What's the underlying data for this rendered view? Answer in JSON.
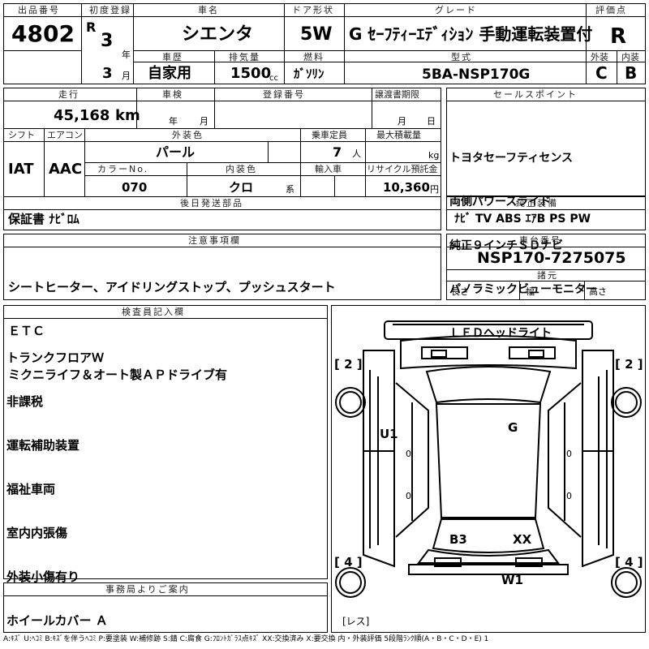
{
  "header": {
    "lot_label": "出品番号",
    "lot": "4802",
    "first_reg_label": "初度登録",
    "era": "R",
    "year_num": "3",
    "year_unit": "年",
    "month_num": "3",
    "month_unit": "月",
    "name_label": "車名",
    "name": "シエンタ",
    "door_label": "ドア形状",
    "door": "5W",
    "grade_label": "グレード",
    "grade": "G ｾｰﾌﾃｨｰｴﾃﾞｨｼｮﾝ 手動運転装置付",
    "score_label": "評価点",
    "score": "R",
    "history_label": "車歴",
    "history": "自家用",
    "displacement_label": "排気量",
    "displacement": "1500",
    "displacement_unit": "cc",
    "fuel_label": "燃料",
    "fuel": "ｶﾞｿﾘﾝ",
    "model_label": "型式",
    "model": "5BA-NSP170G",
    "ext_label": "外装",
    "ext": "C",
    "int_label": "内装",
    "int": "B"
  },
  "details": {
    "mileage_label": "走行",
    "mileage": "45,168",
    "mileage_unit": "km",
    "inspection_label": "車検",
    "insp_year_unit": "年",
    "insp_month_unit": "月",
    "regno_label": "登録番号",
    "transfer_label": "譲渡書期限",
    "transfer_month_unit": "月",
    "transfer_day_unit": "日",
    "shift_label": "シフト",
    "shift": "IAT",
    "ac_label": "エアコン",
    "ac": "AAC",
    "color_label": "外装色",
    "color": "パール",
    "capacity_label": "乗車定員",
    "capacity": "7",
    "capacity_unit": "人",
    "load_label": "最大積載量",
    "load_unit": "kg",
    "colorno_label": "カラーNo.",
    "colorno": "070",
    "interior_color_label": "内装色",
    "interior_color": "クロ",
    "interior_suffix": "系",
    "import_label": "輸入車",
    "recycle_label": "リサイクル預託金",
    "recycle": "10,360",
    "recycle_unit": "円",
    "later_label": "後日発送部品",
    "later": "保証書 ﾅﾋﾞﾛﾑ"
  },
  "sales": {
    "label": "セールスポイント",
    "items": [
      "トヨタセーフティセンス",
      "両側パワースライド",
      "純正９インチＳＤナビ",
      "パノラミックビューモニター",
      "ＬＥＤヘッドライト"
    ]
  },
  "equipment": {
    "label": "純正装備",
    "value": "ﾅﾋﾞ  TV  ABS  ｴｱB  PS  PW"
  },
  "notes": {
    "label": "注意事項欄",
    "items": [
      "シートヒーター、アイドリングストップ、プッシュスタート",
      "ＥＴＣ",
      "ミクニライフ＆オート製ＡＰドライブ有"
    ]
  },
  "chassis": {
    "label": "車台番号",
    "value": "NSP170-7275075",
    "spec_label": "諸元",
    "length_label": "長さ",
    "width_label": "幅",
    "height_label": "高さ"
  },
  "inspector": {
    "label": "検査員記入欄",
    "items": [
      "トランクフロアＷ",
      "非課税",
      "運転補助装置",
      "福祉車両",
      "室内内張傷",
      "外装小傷有り",
      "ホイールカバー Ａ"
    ]
  },
  "diagram": {
    "left_front": "[ 2 ]",
    "right_front": "[ 2 ]",
    "left_rear": "[ 4 ]",
    "right_rear": "[ 4 ]",
    "U1": "U1",
    "G": "G",
    "B3": "B3",
    "XX": "XX",
    "W1": "W1",
    "mark_o": "0",
    "spare": "[レス]"
  },
  "office": {
    "label": "事務局よりご案内"
  },
  "legend": "A:ｷｽﾞ U:ﾍｺﾐ B:ｷｽﾞを伴うﾍｺﾐ P:要塗装 W:補修跡 S:錆 C:腐食 G:ﾌﾛﾝﾄｶﾞﾗｽ点ｷｽﾞ XX:交換済み X:要交換 内・外装評価 5段階ﾗﾝｸ順(A・B・C・D・E) 1"
}
